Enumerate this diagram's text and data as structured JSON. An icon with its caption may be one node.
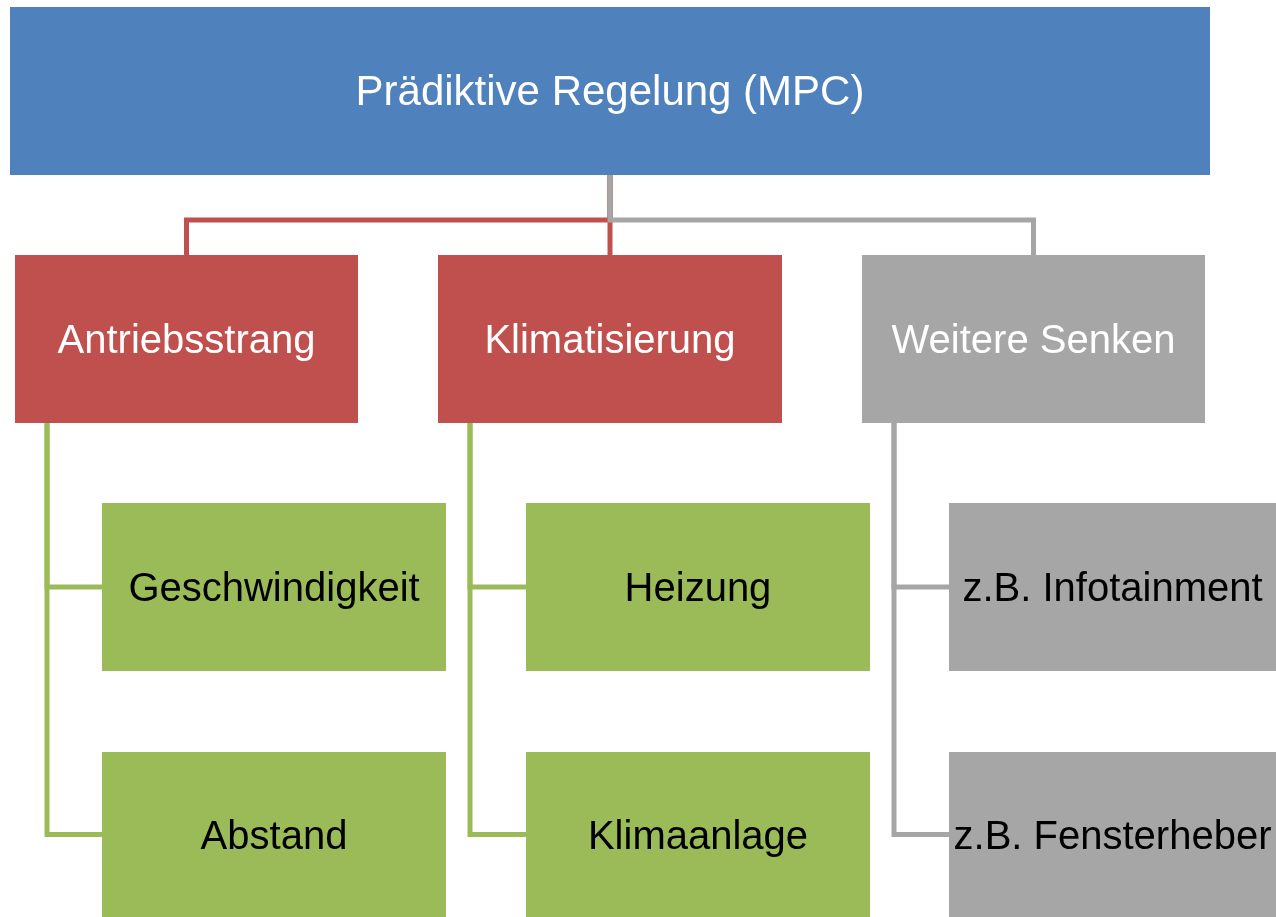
{
  "diagram": {
    "nodes": [
      {
        "text": [
          "Prädiktive Regelung (MPC)"
        ]
      },
      {
        "text": [
          "Antriebsstrang"
        ]
      },
      {
        "text": [
          "Klimatisierung"
        ]
      },
      {
        "text": [
          "Weitere Senken"
        ]
      },
      {
        "text": [
          "Geschwindigkeit"
        ]
      },
      {
        "text": [
          "Abstand"
        ]
      },
      {
        "text": [
          "Heizung"
        ]
      },
      {
        "text": [
          "Klimaanlage"
        ]
      },
      {
        "text": [
          "z.B. Infotainment"
        ]
      },
      {
        "text": [
          "z.B. Fensterheber"
        ]
      }
    ],
    "edges": [
      {
        "from": 0,
        "to": 1,
        "arrow": "none",
        "color": "#c0504d"
      },
      {
        "from": 0,
        "to": 2,
        "arrow": "none",
        "color": "#c0504d"
      },
      {
        "from": 0,
        "to": 3,
        "arrow": "none",
        "color": "#a6a6a6"
      },
      {
        "from": 1,
        "to": 4,
        "arrow": "none"
      },
      {
        "from": 1,
        "to": 5,
        "arrow": "none"
      },
      {
        "from": 2,
        "to": 6,
        "arrow": "none"
      },
      {
        "from": 2,
        "to": 7,
        "arrow": "none"
      },
      {
        "from": 3,
        "to": 8,
        "arrow": "none",
        "color": "#a6a6a6"
      },
      {
        "from": 3,
        "to": 9,
        "arrow": "none",
        "color": "#a6a6a6"
      }
    ]
  }
}
